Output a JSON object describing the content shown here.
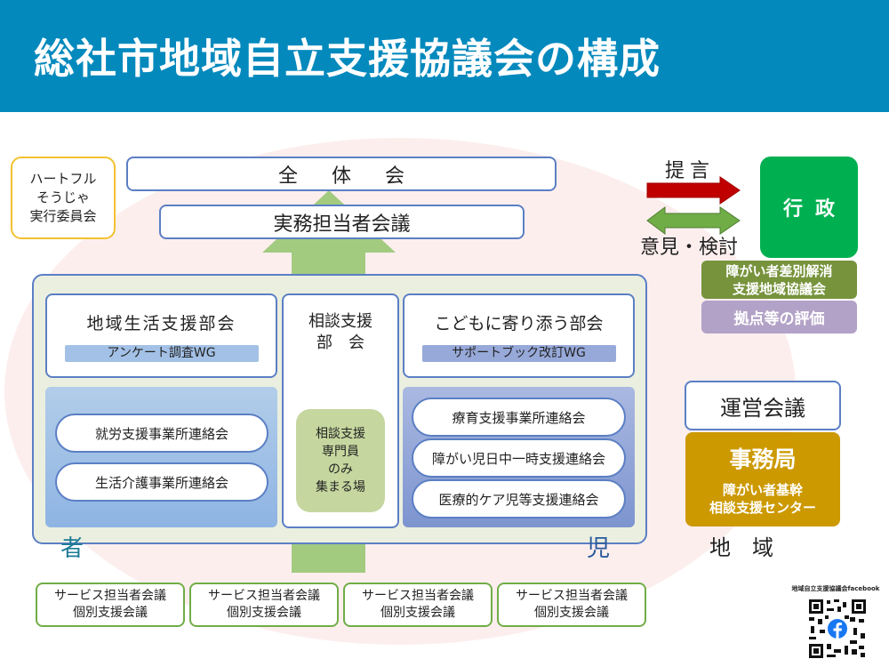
{
  "header": {
    "title": "総社市地域自立支援協議会の構成",
    "background_color": "#0489bd"
  },
  "top": {
    "heartful": [
      "ハートフル",
      "そうじゃ",
      "実行委員会"
    ],
    "zentai": "全体会",
    "jitsumu": "実務担当者会議"
  },
  "bukai": {
    "left": {
      "title": "地域生活支援部会",
      "wg": "アンケート調査WG"
    },
    "middle": {
      "title_line1": "相談支援",
      "title_line2": "部　会"
    },
    "right": {
      "title": "こどもに寄り添う部会",
      "wg": "サポートブック改訂WG"
    }
  },
  "groups": {
    "left": [
      "就労支援事業所連絡会",
      "生活介護事業所連絡会"
    ],
    "right": [
      "療育支援事業所連絡会",
      "障がい児日中一時支援連絡会",
      "医療的ケア児等支援連絡会"
    ],
    "special": [
      "相談支援",
      "専門員",
      "のみ",
      "集まる場"
    ]
  },
  "side_labels": {
    "left": "者",
    "right": "児"
  },
  "service_meetings": [
    {
      "line1": "サービス担当者会議",
      "line2": "個別支援会議"
    },
    {
      "line1": "サービス担当者会議",
      "line2": "個別支援会議"
    },
    {
      "line1": "サービス担当者会議",
      "line2": "個別支援会議"
    },
    {
      "line1": "サービス担当者会議",
      "line2": "個別支援会議"
    }
  ],
  "right_panel": {
    "teigen": "提言",
    "iken": "意見・検討",
    "gyosei": "行政",
    "sabetsu": [
      "障がい者差別解消",
      "支援地域協議会"
    ],
    "kyoten": "拠点等の評価",
    "unei": "運営会議",
    "jimukyoku": "事務局",
    "jimukyoku_sub": [
      "障がい者基幹",
      "相談支援センター"
    ],
    "chiiki": "地域"
  },
  "facebook": {
    "label": "地域自立支援協議会facebook",
    "icon": "facebook-qr-code"
  },
  "colors": {
    "teigen_arrow": "#c00000",
    "iken_arrow": "#70ad47",
    "up_arrow": "#a2cb80",
    "gyosei": "#00b050",
    "sabetsu": "#77933c",
    "kyoten": "#b3a2c7",
    "jimukyoku": "#cc9900"
  }
}
